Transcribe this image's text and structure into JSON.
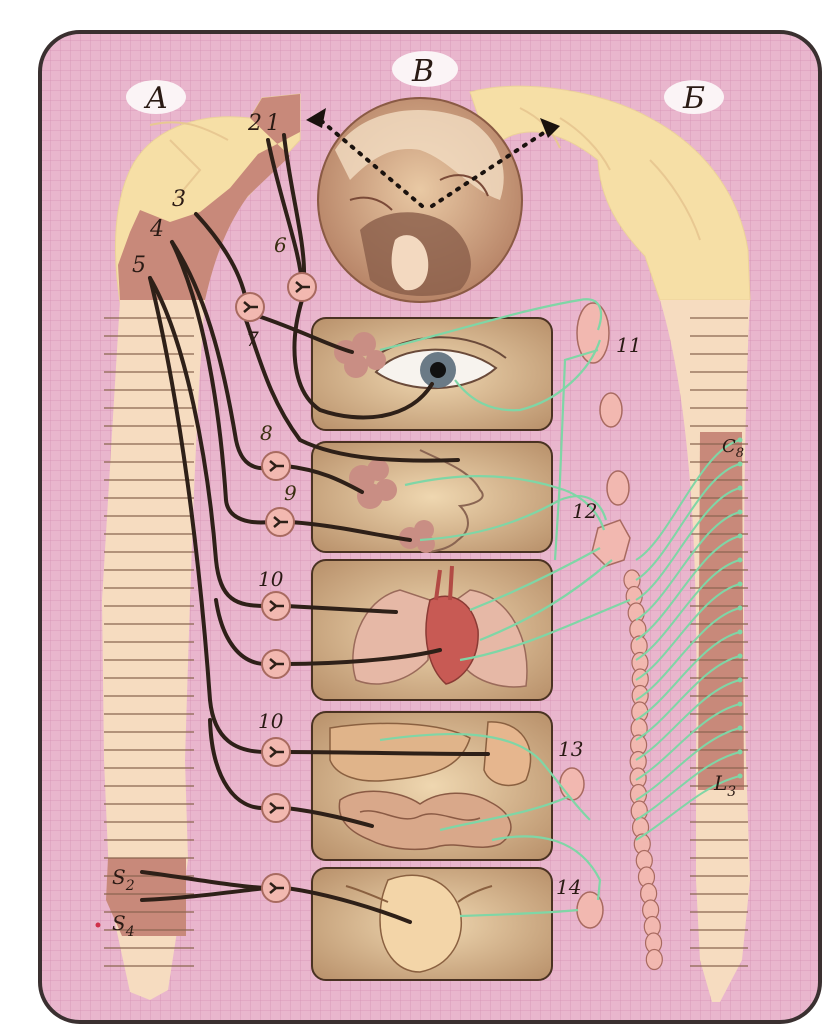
{
  "diagram": {
    "section_labels": {
      "left": "A",
      "top": "B",
      "right": "Б"
    },
    "center_numbers": {
      "n1": "1",
      "n2": "2",
      "n3": "3",
      "n4": "4",
      "n5": "5",
      "n6": "6",
      "n7": "7",
      "n8": "8",
      "n9": "9",
      "n10a": "10",
      "n10b": "10"
    },
    "right_numbers": {
      "n11": "11",
      "n12": "12",
      "n13": "13",
      "n14": "14"
    },
    "spinal_labels": {
      "s2_letter": "S",
      "s2_sub": "2",
      "s4_letter": "S",
      "s4_sub": "4",
      "c8_letter": "C",
      "c8_sub": "8",
      "l3_letter": "L",
      "l3_sub": "3"
    },
    "colors": {
      "background": "#e8b4cc",
      "frame": "#3a3030",
      "brain": "#f6dfa6",
      "cord_light": "#f6dcc0",
      "cord_dark": "#c88a7a",
      "parasympathetic": "#2e2018",
      "sympathetic": "#7fd6a6",
      "ganglion": "#f2b8b0",
      "panel": "#d9b890"
    }
  }
}
